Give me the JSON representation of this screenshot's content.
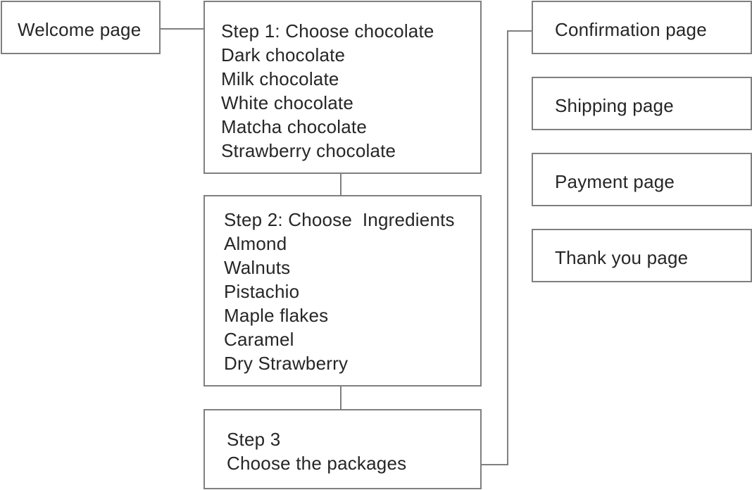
{
  "welcome": {
    "label": "Welcome page"
  },
  "step1": {
    "title": "Step 1: Choose chocolate",
    "items": [
      "Dark chocolate",
      "Milk chocolate",
      "White chocolate",
      "Matcha chocolate",
      "Strawberry chocolate"
    ]
  },
  "step2": {
    "title": "Step 2: Choose  Ingredients",
    "items": [
      "Almond",
      "Walnuts",
      "Pistachio",
      "Maple flakes",
      "Caramel",
      "Dry Strawberry"
    ]
  },
  "step3": {
    "title": "Step 3",
    "subtitle": "Choose the packages"
  },
  "pages": {
    "confirmation": "Confirmation page",
    "shipping": "Shipping page",
    "payment": "Payment page",
    "thank_you": "Thank you page"
  },
  "colors": {
    "border": "#7f7f7f",
    "text": "#262626",
    "background": "#ffffff"
  }
}
